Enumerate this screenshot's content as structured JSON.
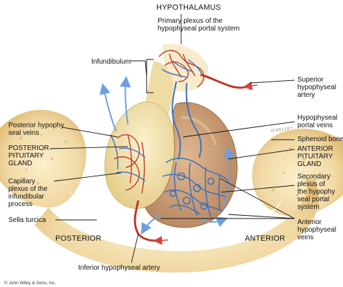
{
  "labels": {
    "hypothalamus": "HYPOTHALAMUS",
    "primary_plexus": "Primary plexus of the\nhypophyseal portal system",
    "infundibulum": "Infundibulum",
    "superior_artery": "Superior\nhypophyseal\nartery",
    "posterior_veins": "Posterior hypophy\nseal veins",
    "portal_veins": "Hypophyseal\nportal veins",
    "sphenoid": "Sphenoid bone",
    "posterior_gland": "POSTERIOR\nPITUITARY\nGLAND",
    "anterior_gland": "ANTERIOR\nPITUITARY\nGLAND",
    "capillary_plexus": "Capillary\nplexus of the\ninfundibular\nprocess",
    "secondary_plexus": "Secondary\nplexus of\nthe hypophy\nseal portal\nsystem",
    "sella": "Sella turcica",
    "anterior_veins": "Anterior\nhypophyseal\nveins",
    "posterior": "POSTERIOR",
    "anterior": "ANTERIOR",
    "inferior_artery": "Inferior hypophyseal artery",
    "copyright": "© John Wiley & Sons, Inc.",
    "signature": "O'KELLEY"
  },
  "colors": {
    "bone": "#f1d9a4",
    "bone_dark": "#e4c27e",
    "posterior_lobe": "#f3e6b4",
    "anterior_lobe": "#c99d75",
    "artery": "#c4342a",
    "vein": "#3a6fc0",
    "leader": "#111111"
  }
}
